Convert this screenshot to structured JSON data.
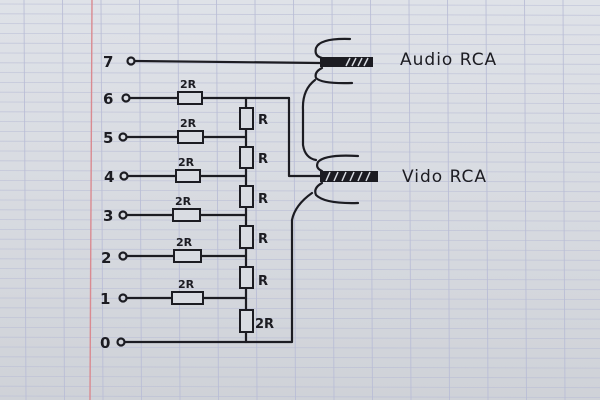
{
  "diagram": {
    "pins": [
      "7",
      "6",
      "5",
      "4",
      "3",
      "2",
      "1",
      "0"
    ],
    "series_resistor_labels": [
      "2R",
      "2R",
      "2R",
      "2R",
      "2R",
      "2R"
    ],
    "ladder_resistor_labels": [
      "R",
      "R",
      "R",
      "R",
      "R",
      "2R"
    ],
    "audio_connector_label": "Audio RCA",
    "video_connector_label": "Vido RCA"
  },
  "colors": {
    "ink": "#1c1c22",
    "paper": "#d8dbe1",
    "margin_line": "#d98a90",
    "grid": "#b9bdd6"
  }
}
